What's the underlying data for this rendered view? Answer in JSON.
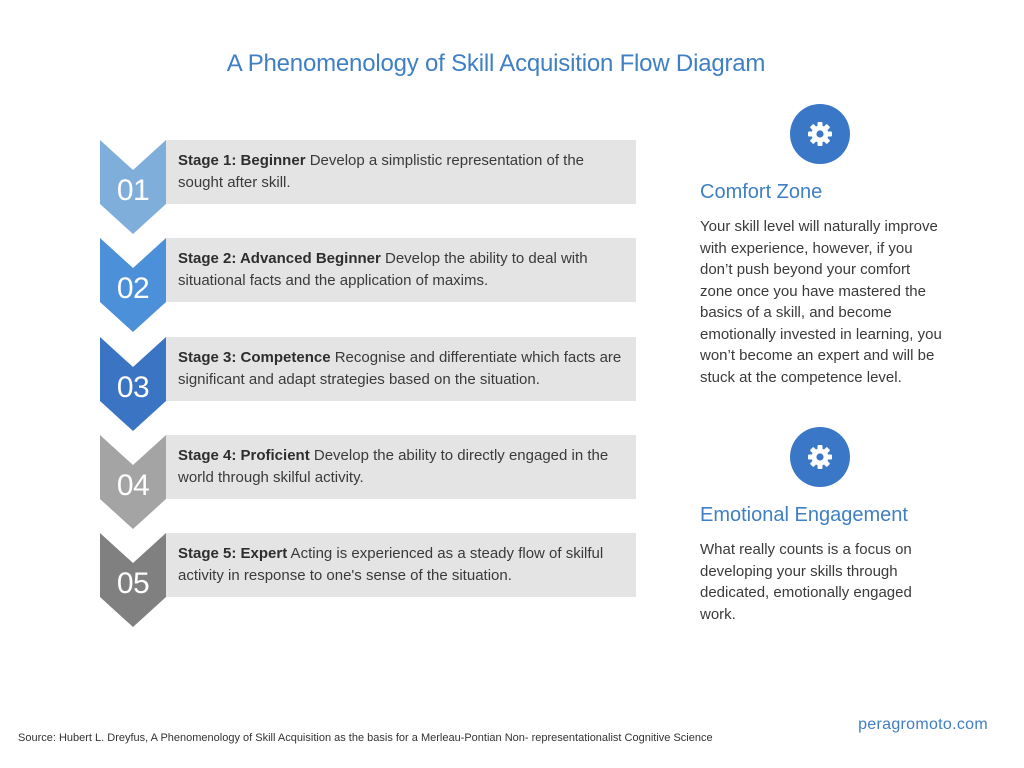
{
  "title": "A Phenomenology of Skill Acquisition Flow Diagram",
  "stages": [
    {
      "num": "01",
      "name": "Stage 1: Beginner",
      "text": " Develop a simplistic representation of the sought after skill.",
      "color": "#80aedb"
    },
    {
      "num": "02",
      "name": "Stage 2: Advanced Beginner",
      "text": " Develop the ability to deal with situational facts and the application of maxims.",
      "color": "#4b90d8"
    },
    {
      "num": "03",
      "name": "Stage 3: Competence",
      "text": " Recognise and differentiate which facts are significant and adapt strategies based on the situation.",
      "color": "#3a74c2"
    },
    {
      "num": "04",
      "name": " Stage 4: Proficient",
      "text": " Develop the ability to directly engaged in the world through skilful activity.",
      "color": "#a4a4a4"
    },
    {
      "num": "05",
      "name": "Stage 5: Expert",
      "text": " Acting is experienced as a steady flow of skilful activity in response to one's sense of the situation.",
      "color": "#808080"
    }
  ],
  "comfort_zone": {
    "icon": "gear-icon",
    "heading": "Comfort Zone",
    "body": "Your skill level will naturally improve with experience, however, if you don’t push beyond your comfort zone once you have mastered the basics of a skill, and become emotionally invested in learning, you won’t become an expert and will be stuck at the competence level."
  },
  "emotional_engagement": {
    "icon": "gear-icon",
    "heading": "Emotional Engagement",
    "body": "What really counts is a focus on developing your skills through dedicated, emotionally engaged work."
  },
  "source": "Source: Hubert L. Dreyfus, A Phenomenology of Skill Acquisition as the basis for a Merleau-Pontian Non- representationalist Cognitive Science",
  "brand": "peragromoto.com",
  "accent_color": "#3f7fc4"
}
